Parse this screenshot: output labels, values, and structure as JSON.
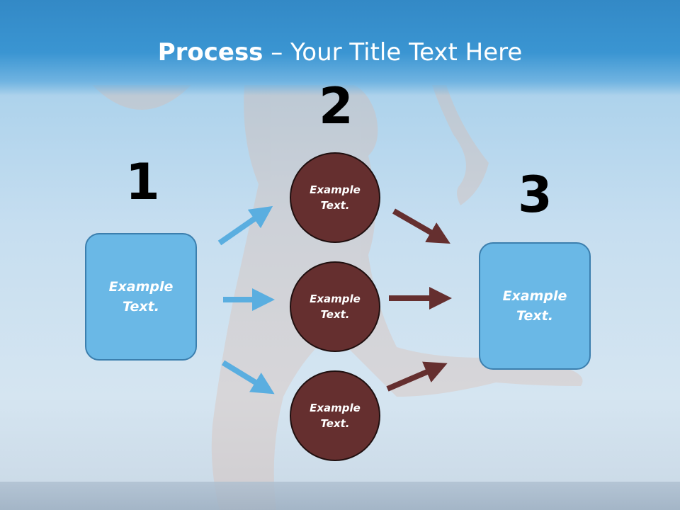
{
  "title": {
    "bold": "Process",
    "rest": " – Your Title Text Here"
  },
  "steps": [
    {
      "number": "1",
      "label": "Example Text."
    },
    {
      "number": "2"
    },
    {
      "number": "3",
      "label": "Example Text."
    }
  ],
  "circles": [
    {
      "label": "Example Text."
    },
    {
      "label": "Example Text."
    },
    {
      "label": "Example Text."
    }
  ],
  "colors": {
    "box": "#6ab8e6",
    "circle": "#652f2f",
    "arrow_blue": "#5aaee0",
    "arrow_brown": "#652f2f",
    "title_bar": "#3a95d2"
  }
}
